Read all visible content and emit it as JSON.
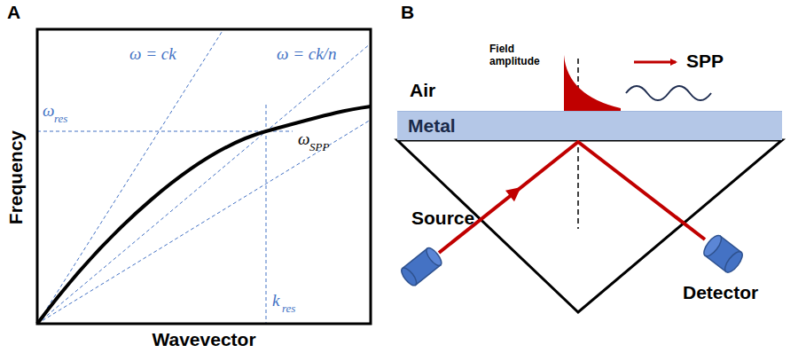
{
  "diagram": {
    "nodes": [
      {
        "text": [
          "Metal"
        ]
      }
    ],
    "labels": [
      "A",
      "B",
      "Frequency",
      "Wavevector",
      "ω = ck",
      "ω = ck/n",
      "ω",
      "res",
      "ω",
      "SPP",
      "k",
      "res",
      "Field amplitude",
      "SPP",
      "Air",
      "Source",
      "Detector"
    ]
  }
}
